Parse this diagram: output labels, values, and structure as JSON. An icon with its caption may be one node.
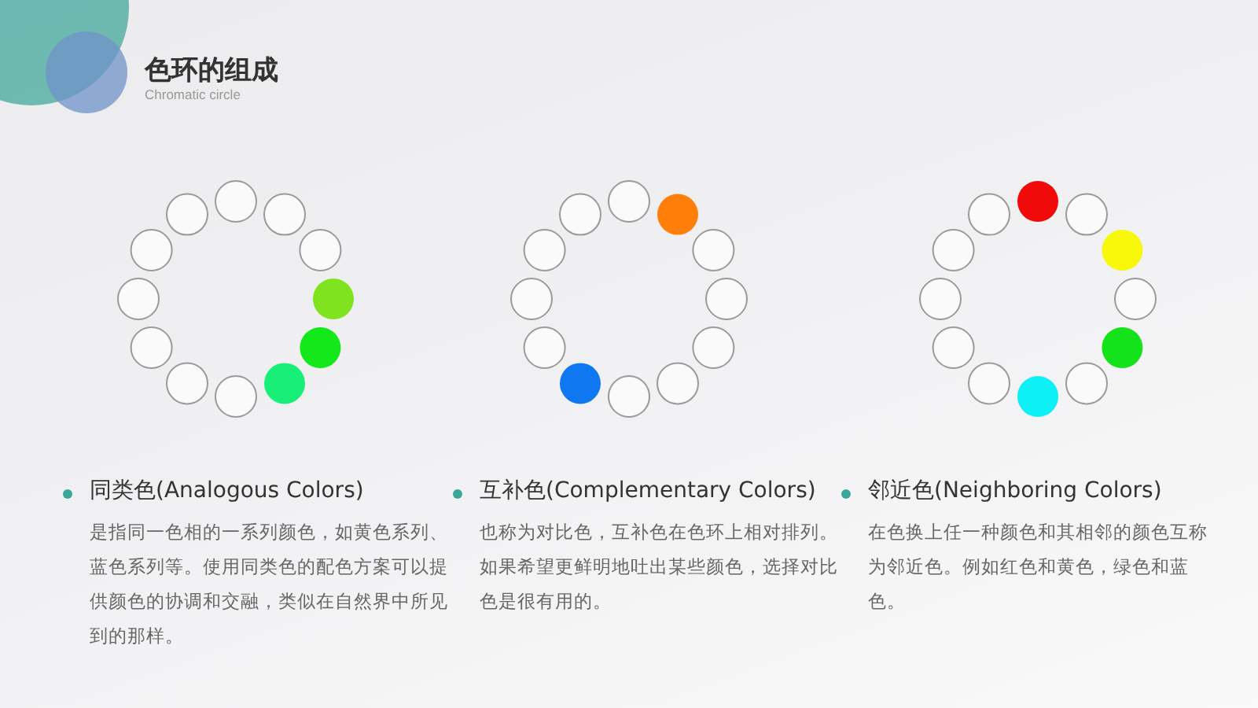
{
  "diagram": {
    "title": "色环的组成",
    "labels": [
      "Chromatic circle",
      "同类色(Analogous Colors)",
      "是指同一色相的一系列颜色，如黄色系列、蓝色系列等。使用同类色的配色方案可以提供颜色的协调和交融，类似在自然界中所见到的那样。",
      "互补色(Complementary Colors)",
      "也称为对比色，互补色在色环上相对排列。如果希望更鲜明地吐出某些颜色，选择对比色是很有用的。",
      "邻近色(Neighboring Colors)",
      "在色换上任一种颜色和其相邻的颜色互称为邻近色。例如红色和黄色，绿色和蓝色。"
    ]
  }
}
